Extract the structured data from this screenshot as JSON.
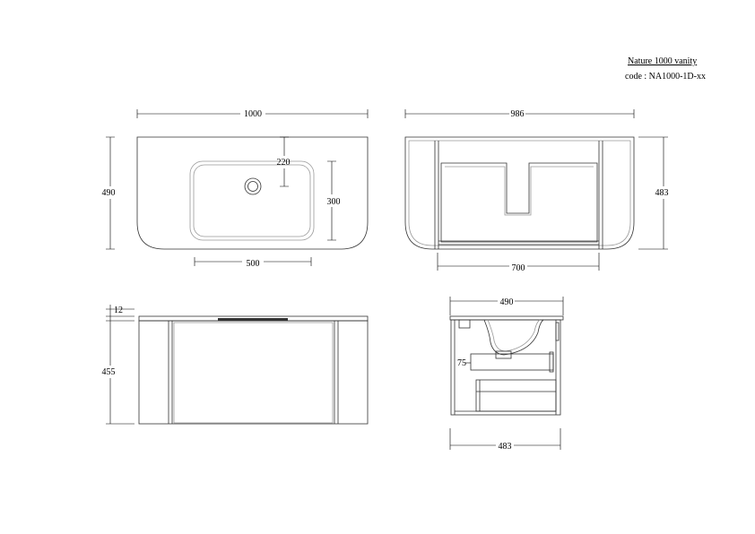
{
  "title": {
    "name": "Nature 1000 vanity",
    "code": "code : NA1000-1D-xx"
  },
  "top_view": {
    "width": "1000",
    "depth": "490",
    "drain_offset": "220",
    "basin_depth": "300",
    "basin_width": "500"
  },
  "back_view": {
    "width": "986",
    "depth": "483",
    "inner_width": "700"
  },
  "front_view": {
    "top_thickness": "12",
    "height": "455"
  },
  "side_view": {
    "top_depth": "490",
    "cabinet_depth": "483",
    "offset": "75"
  }
}
